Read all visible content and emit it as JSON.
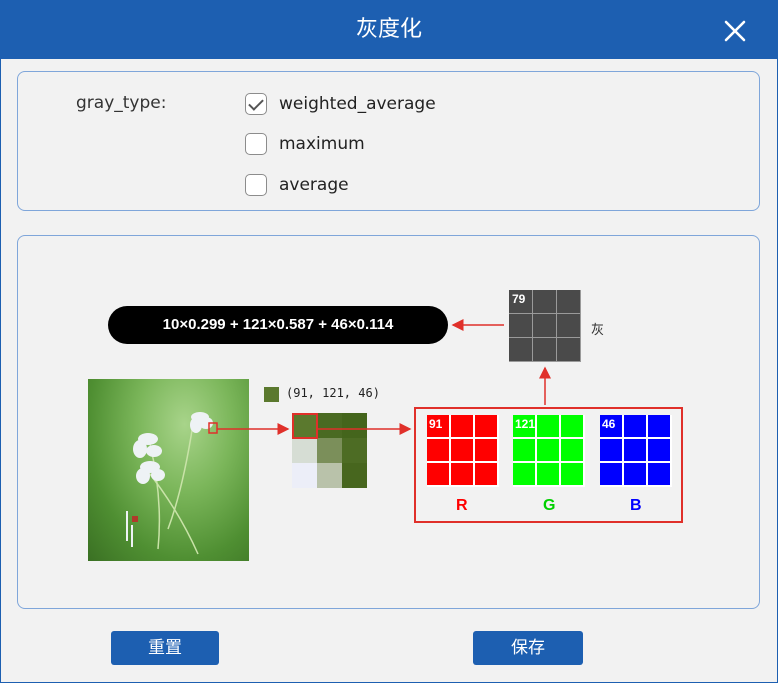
{
  "dialog": {
    "title": "灰度化",
    "close_icon": "close-icon"
  },
  "options": {
    "label": "gray_type:",
    "items": [
      {
        "label": "weighted_average",
        "checked": true
      },
      {
        "label": "maximum",
        "checked": false
      },
      {
        "label": "average",
        "checked": false
      }
    ]
  },
  "demo": {
    "formula": "10×0.299 + 121×0.587 + 46×0.114",
    "pixel_value": "(91, 121, 46)",
    "pixel_color": "#5b792e",
    "channels": [
      {
        "label": "R",
        "value": "91",
        "color": "#ff0000"
      },
      {
        "label": "G",
        "value": "121",
        "color": "#00ff00"
      },
      {
        "label": "B",
        "value": "46",
        "color": "#0000ff"
      }
    ],
    "gray_value": "79",
    "gray_label": "灰",
    "pixel_grid_colors": [
      "#5b792e",
      "#4a6a22",
      "#44651c",
      "#d6ddd4",
      "#7b8f5a",
      "#4d6c24",
      "#eceef8",
      "#b9c2aa",
      "#47661e"
    ]
  },
  "footer": {
    "reset_label": "重置",
    "save_label": "保存"
  },
  "colors": {
    "accent": "#1d5fb1",
    "highlight": "#e0302a"
  }
}
